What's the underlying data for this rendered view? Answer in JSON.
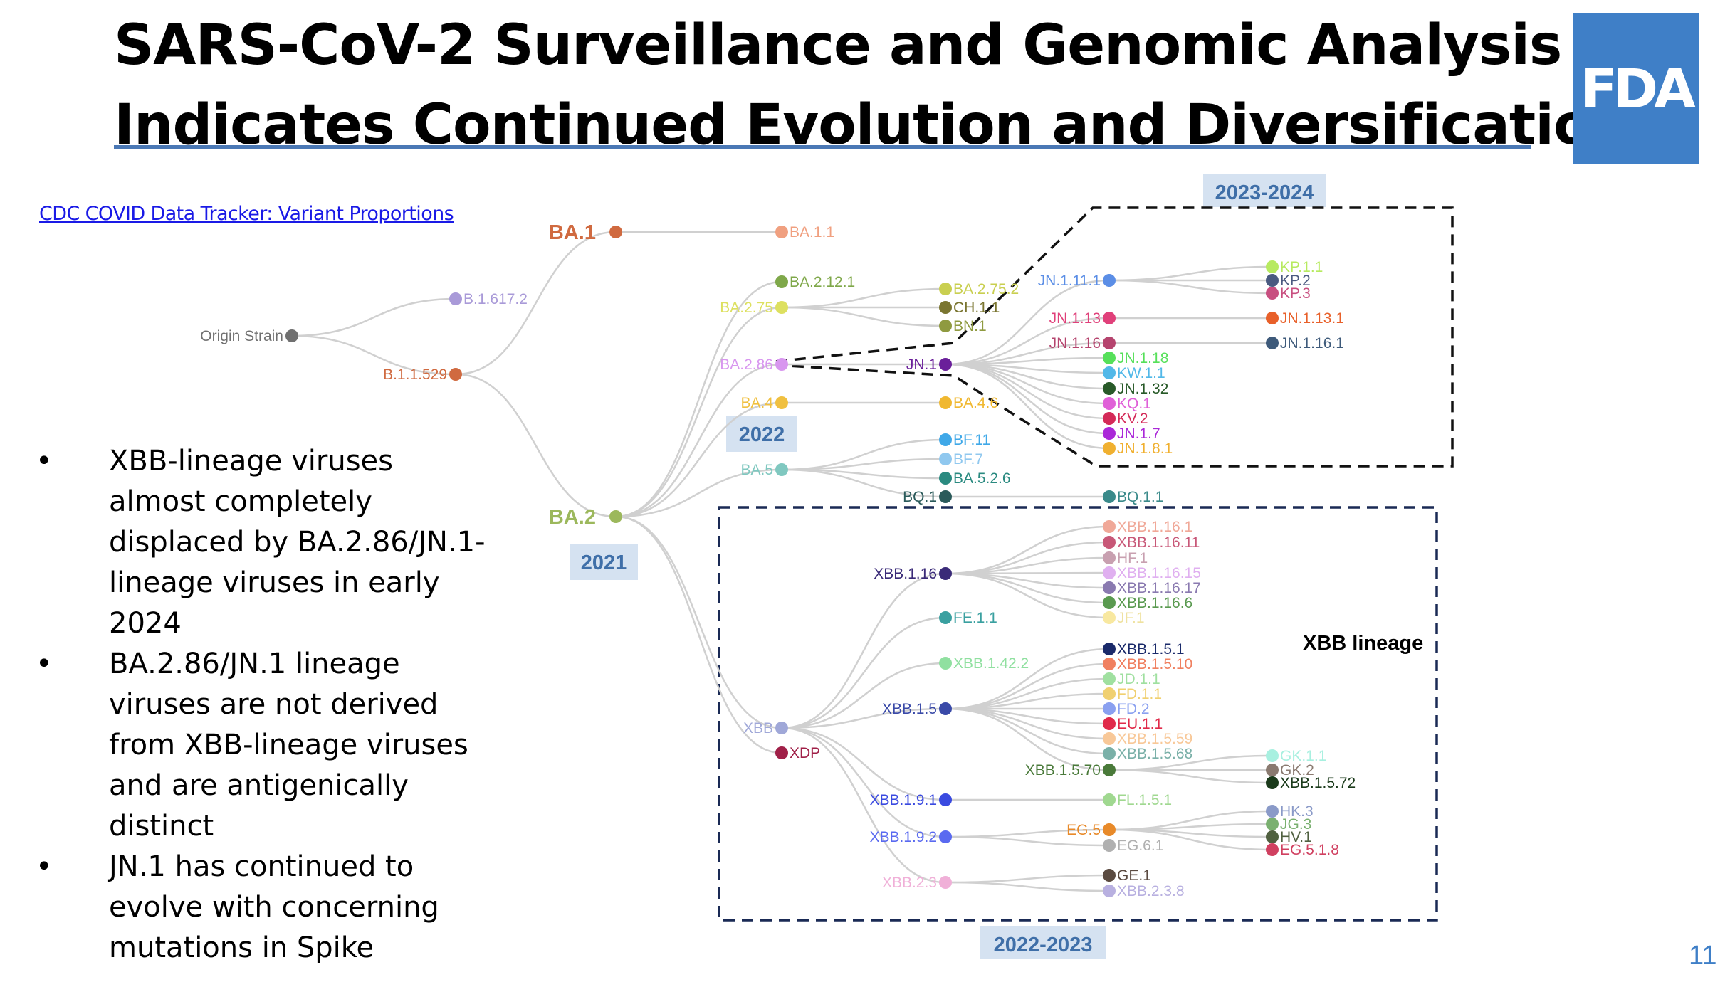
{
  "title": {
    "line1": "SARS-CoV-2 Surveillance and Genomic Analysis",
    "line2": "Indicates Continued Evolution and Diversification"
  },
  "logo_text": "FDA",
  "source_link": "CDC COVID Data Tracker: Variant Proportions",
  "bullets": [
    "XBB-lineage viruses almost completely displaced by BA.2.86/JN.1-lineage viruses in early 2024",
    "BA.2.86/JN.1 lineage viruses are not derived from XBB-lineage viruses and are antigenically distinct",
    "JN.1 has continued to evolve with concerning mutations in Spike"
  ],
  "page_number": "11",
  "period_labels": {
    "p2021": "2021",
    "p2022": "2022",
    "p2022_2023": "2022-2023",
    "p2023_2024": "2023-2024"
  },
  "group_label": "XBB lineage",
  "colors": {
    "title_rule": "#4a78b5",
    "logo_bg": "#3f7fc7",
    "period_label_bg": "#d5e2f1",
    "period_label_text": "#3f6fa8",
    "edge": "#d0d0d0",
    "link": "#1a1ae6"
  },
  "tree": {
    "nodes": [
      {
        "id": "origin",
        "label": "Origin Strain",
        "color": "#707070",
        "side": "left"
      },
      {
        "id": "b1617",
        "label": "B.1.617.2",
        "color": "#a99ad8",
        "side": "right"
      },
      {
        "id": "b11529",
        "label": "B.1.1.529",
        "color": "#d06a40",
        "side": "left"
      },
      {
        "id": "ba1",
        "label": "BA.1",
        "color": "#d06a40",
        "side": "left",
        "bold": true
      },
      {
        "id": "ba11",
        "label": "BA.1.1",
        "color": "#f0a080",
        "side": "right"
      },
      {
        "id": "ba2",
        "label": "BA.2",
        "color": "#9cb85c",
        "side": "left",
        "bold": true
      },
      {
        "id": "ba2121",
        "label": "BA.2.12.1",
        "color": "#7fa84a",
        "side": "right"
      },
      {
        "id": "ba275",
        "label": "BA.2.75",
        "color": "#dde060",
        "side": "left"
      },
      {
        "id": "ba2752",
        "label": "BA.2.75.2",
        "color": "#c9cf50",
        "side": "right"
      },
      {
        "id": "ch11",
        "label": "CH.1.1",
        "color": "#7a7530",
        "side": "right"
      },
      {
        "id": "bn1",
        "label": "BN.1",
        "color": "#8f9a40",
        "side": "right"
      },
      {
        "id": "ba286",
        "label": "BA.2.86",
        "color": "#d896ef",
        "side": "left"
      },
      {
        "id": "jn1",
        "label": "JN.1",
        "color": "#6a1f9a",
        "side": "left"
      },
      {
        "id": "jn1111",
        "label": "JN.1.11.1",
        "color": "#5b8ee6",
        "side": "left"
      },
      {
        "id": "jn113",
        "label": "JN.1.13",
        "color": "#e0407a",
        "side": "left"
      },
      {
        "id": "jn116",
        "label": "JN.1.16",
        "color": "#b5446e",
        "side": "left"
      },
      {
        "id": "kp11",
        "label": "KP.1.1",
        "color": "#b7ea60",
        "side": "right"
      },
      {
        "id": "kp2",
        "label": "KP.2",
        "color": "#4a5a80",
        "side": "right"
      },
      {
        "id": "kp3",
        "label": "KP.3",
        "color": "#c84f80",
        "side": "right"
      },
      {
        "id": "jn1131",
        "label": "JN.1.13.1",
        "color": "#e8602a",
        "side": "right"
      },
      {
        "id": "jn1161",
        "label": "JN.1.16.1",
        "color": "#3e5a7a",
        "side": "right"
      },
      {
        "id": "jn118",
        "label": "JN.1.18",
        "color": "#56e05a",
        "side": "right"
      },
      {
        "id": "kw11",
        "label": "KW.1.1",
        "color": "#52b8e8",
        "side": "right"
      },
      {
        "id": "jn132",
        "label": "JN.1.32",
        "color": "#285a28",
        "side": "right"
      },
      {
        "id": "kq1",
        "label": "KQ.1",
        "color": "#e060d8",
        "side": "right"
      },
      {
        "id": "kv2",
        "label": "KV.2",
        "color": "#d42a58",
        "side": "right"
      },
      {
        "id": "jn17",
        "label": "JN.1.7",
        "color": "#aa28d8",
        "side": "right"
      },
      {
        "id": "jn181",
        "label": "JN.1.8.1",
        "color": "#f0b030",
        "side": "right"
      },
      {
        "id": "ba4",
        "label": "BA.4",
        "color": "#f0c040",
        "side": "left"
      },
      {
        "id": "ba46",
        "label": "BA.4.6",
        "color": "#f0b830",
        "side": "right"
      },
      {
        "id": "ba5",
        "label": "BA.5",
        "color": "#80c8c0",
        "side": "left"
      },
      {
        "id": "bf11",
        "label": "BF.11",
        "color": "#3fa8e8",
        "side": "right"
      },
      {
        "id": "bf7",
        "label": "BF.7",
        "color": "#90c8ef",
        "side": "right"
      },
      {
        "id": "ba526",
        "label": "BA.5.2.6",
        "color": "#2a8a80",
        "side": "right"
      },
      {
        "id": "bq1",
        "label": "BQ.1",
        "color": "#2a5a5a",
        "side": "left"
      },
      {
        "id": "bq11",
        "label": "BQ.1.1",
        "color": "#3a8a8a",
        "side": "right"
      },
      {
        "id": "xbb",
        "label": "XBB",
        "color": "#a0a8d8",
        "side": "left"
      },
      {
        "id": "xdp",
        "label": "XDP",
        "color": "#a02048",
        "side": "right"
      },
      {
        "id": "xbb116",
        "label": "XBB.1.16",
        "color": "#3a2a78",
        "side": "left"
      },
      {
        "id": "xbb1161",
        "label": "XBB.1.16.1",
        "color": "#f0a898",
        "side": "right"
      },
      {
        "id": "xbb11611",
        "label": "XBB.1.16.11",
        "color": "#c85878",
        "side": "right"
      },
      {
        "id": "hf1",
        "label": "HF.1",
        "color": "#c8a0b0",
        "side": "right"
      },
      {
        "id": "xbb11615",
        "label": "XBB.1.16.15",
        "color": "#e0b0f0",
        "side": "right"
      },
      {
        "id": "xbb11617",
        "label": "XBB.1.16.17",
        "color": "#8a7ab0",
        "side": "right"
      },
      {
        "id": "xbb1166",
        "label": "XBB.1.16.6",
        "color": "#5a9a50",
        "side": "right"
      },
      {
        "id": "jf1",
        "label": "JF.1",
        "color": "#f8e8a0",
        "side": "right"
      },
      {
        "id": "fe11",
        "label": "FE.1.1",
        "color": "#3aa0a0",
        "side": "right"
      },
      {
        "id": "xbb1422",
        "label": "XBB.1.42.2",
        "color": "#90e0a0",
        "side": "right"
      },
      {
        "id": "xbb15",
        "label": "XBB.1.5",
        "color": "#3a4aa8",
        "side": "left"
      },
      {
        "id": "xbb151",
        "label": "XBB.1.5.1",
        "color": "#1a2a6a",
        "side": "right"
      },
      {
        "id": "xbb1510",
        "label": "XBB.1.5.10",
        "color": "#f08060",
        "side": "right"
      },
      {
        "id": "jd11",
        "label": "JD.1.1",
        "color": "#a0e0a0",
        "side": "right"
      },
      {
        "id": "fd11",
        "label": "FD.1.1",
        "color": "#f0d070",
        "side": "right"
      },
      {
        "id": "fd2",
        "label": "FD.2",
        "color": "#8aa0f0",
        "side": "right"
      },
      {
        "id": "eu11",
        "label": "EU.1.1",
        "color": "#e02a4a",
        "side": "right"
      },
      {
        "id": "xbb1559",
        "label": "XBB.1.5.59",
        "color": "#f8c898",
        "side": "right"
      },
      {
        "id": "xbb1568",
        "label": "XBB.1.5.68",
        "color": "#7ab0a8",
        "side": "right"
      },
      {
        "id": "xbb1570",
        "label": "XBB.1.5.70",
        "color": "#4a7a3a",
        "side": "left"
      },
      {
        "id": "gk11",
        "label": "GK.1.1",
        "color": "#a8f0e0",
        "side": "right"
      },
      {
        "id": "gk2",
        "label": "GK.2",
        "color": "#8a7a70",
        "side": "right"
      },
      {
        "id": "xbb1572",
        "label": "XBB.1.5.72",
        "color": "#1a3a1a",
        "side": "right"
      },
      {
        "id": "xbb191",
        "label": "XBB.1.9.1",
        "color": "#3a4ae0",
        "side": "left"
      },
      {
        "id": "fl151",
        "label": "FL.1.5.1",
        "color": "#a0d890",
        "side": "right"
      },
      {
        "id": "xbb192",
        "label": "XBB.1.9.2",
        "color": "#5a6af0",
        "side": "left"
      },
      {
        "id": "eg5",
        "label": "EG.5",
        "color": "#e88a2a",
        "side": "left"
      },
      {
        "id": "eg61",
        "label": "EG.6.1",
        "color": "#b0b0b0",
        "side": "right"
      },
      {
        "id": "hk3",
        "label": "HK.3",
        "color": "#8a9ac8",
        "side": "right"
      },
      {
        "id": "jg3",
        "label": "JG.3",
        "color": "#7ab070",
        "side": "right"
      },
      {
        "id": "hv1",
        "label": "HV.1",
        "color": "#506040",
        "side": "right"
      },
      {
        "id": "eg518",
        "label": "EG.5.1.8",
        "color": "#d04060",
        "side": "right"
      },
      {
        "id": "xbb23",
        "label": "XBB.2.3",
        "color": "#f0b0d8",
        "side": "left"
      },
      {
        "id": "ge1",
        "label": "GE.1",
        "color": "#5a4a40",
        "side": "right"
      },
      {
        "id": "xbb238",
        "label": "XBB.2.3.8",
        "color": "#b8b0e0",
        "side": "right"
      }
    ],
    "edges": [
      [
        "origin",
        "b1617"
      ],
      [
        "origin",
        "b11529"
      ],
      [
        "b11529",
        "ba1"
      ],
      [
        "ba1",
        "ba11"
      ],
      [
        "b11529",
        "ba2"
      ],
      [
        "ba2",
        "ba2121"
      ],
      [
        "ba2",
        "ba275"
      ],
      [
        "ba275",
        "ba2752"
      ],
      [
        "ba275",
        "ch11"
      ],
      [
        "ba275",
        "bn1"
      ],
      [
        "ba2",
        "ba286"
      ],
      [
        "ba286",
        "jn1"
      ],
      [
        "jn1",
        "jn1111"
      ],
      [
        "jn1",
        "jn113"
      ],
      [
        "jn1",
        "jn116"
      ],
      [
        "jn1111",
        "kp11"
      ],
      [
        "jn1111",
        "kp2"
      ],
      [
        "jn1111",
        "kp3"
      ],
      [
        "jn113",
        "jn1131"
      ],
      [
        "jn116",
        "jn1161"
      ],
      [
        "jn1",
        "jn118"
      ],
      [
        "jn1",
        "kw11"
      ],
      [
        "jn1",
        "jn132"
      ],
      [
        "jn1",
        "kq1"
      ],
      [
        "jn1",
        "kv2"
      ],
      [
        "jn1",
        "jn17"
      ],
      [
        "jn1",
        "jn181"
      ],
      [
        "ba2",
        "ba4"
      ],
      [
        "ba4",
        "ba46"
      ],
      [
        "ba2",
        "ba5"
      ],
      [
        "ba5",
        "bf11"
      ],
      [
        "ba5",
        "bf7"
      ],
      [
        "ba5",
        "ba526"
      ],
      [
        "ba5",
        "bq1"
      ],
      [
        "bq1",
        "bq11"
      ],
      [
        "ba2",
        "xbb"
      ],
      [
        "ba2",
        "xdp"
      ],
      [
        "xbb",
        "xbb116"
      ],
      [
        "xbb116",
        "xbb1161"
      ],
      [
        "xbb116",
        "xbb11611"
      ],
      [
        "xbb116",
        "hf1"
      ],
      [
        "xbb116",
        "xbb11615"
      ],
      [
        "xbb116",
        "xbb11617"
      ],
      [
        "xbb116",
        "xbb1166"
      ],
      [
        "xbb116",
        "jf1"
      ],
      [
        "xbb",
        "fe11"
      ],
      [
        "xbb",
        "xbb1422"
      ],
      [
        "xbb",
        "xbb15"
      ],
      [
        "xbb15",
        "xbb151"
      ],
      [
        "xbb15",
        "xbb1510"
      ],
      [
        "xbb15",
        "jd11"
      ],
      [
        "xbb15",
        "fd11"
      ],
      [
        "xbb15",
        "fd2"
      ],
      [
        "xbb15",
        "eu11"
      ],
      [
        "xbb15",
        "xbb1559"
      ],
      [
        "xbb15",
        "xbb1568"
      ],
      [
        "xbb15",
        "xbb1570"
      ],
      [
        "xbb1570",
        "gk11"
      ],
      [
        "xbb1570",
        "gk2"
      ],
      [
        "xbb1570",
        "xbb1572"
      ],
      [
        "xbb",
        "xbb191"
      ],
      [
        "xbb191",
        "fl151"
      ],
      [
        "xbb",
        "xbb192"
      ],
      [
        "xbb192",
        "eg5"
      ],
      [
        "xbb192",
        "eg61"
      ],
      [
        "eg5",
        "hk3"
      ],
      [
        "eg5",
        "jg3"
      ],
      [
        "eg5",
        "hv1"
      ],
      [
        "eg5",
        "eg518"
      ],
      [
        "xbb",
        "xbb23"
      ],
      [
        "xbb23",
        "ge1"
      ],
      [
        "xbb23",
        "xbb238"
      ]
    ]
  }
}
